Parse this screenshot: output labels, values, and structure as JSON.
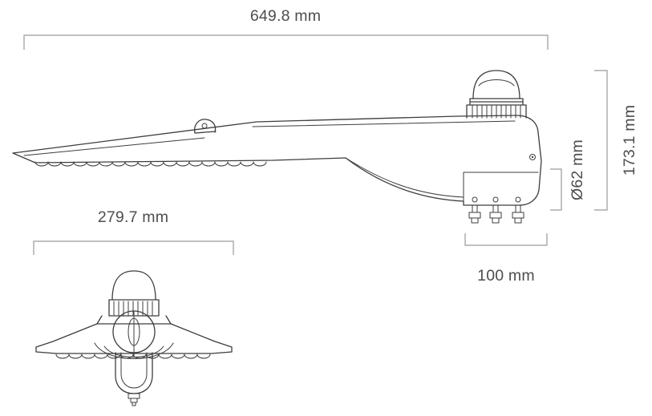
{
  "drawing": {
    "dimensions": {
      "overall_length": {
        "label": "649.8 mm"
      },
      "overall_height": {
        "label": "173.1 mm"
      },
      "spigot_diameter": {
        "label": "Ø62 mm"
      },
      "spigot_length": {
        "label": "100 mm"
      },
      "front_width": {
        "label": "279.7 mm"
      }
    },
    "colors": {
      "line": "#3d3d3d",
      "dimension_line": "#9a9a9a",
      "dimension_text": "#4d4d4d",
      "background": "#ffffff"
    }
  }
}
